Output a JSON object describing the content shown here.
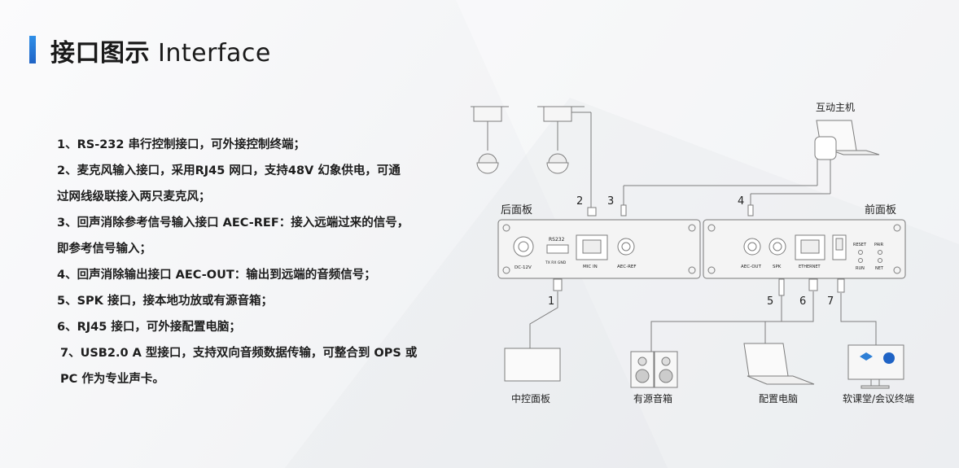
{
  "header": {
    "title_cn": "接口图示",
    "title_en": "Interface"
  },
  "features": [
    "1、RS-232 串行控制接口，可外接控制终端；",
    "2、麦克风输入接口，采用RJ45 网口，支持48V 幻象供电，可通",
    "过网线级联接入两只麦克风；",
    "3、回声消除参考信号输入接口 AEC-REF：接入远端过来的信号，",
    "即参考信号输入；",
    "4、回声消除输出接口 AEC-OUT：输出到远端的音频信号；",
    "5、SPK 接口，接本地功放或有源音箱；",
    "6、RJ45 接口，可外接配置电脑；",
    "7、USB2.0 A 型接口，支持双向音频数据传输，可整合到 OPS 或",
    "PC 作为专业声卡。"
  ],
  "diagram": {
    "host_label": "互动主机",
    "rear_panel_label": "后面板",
    "front_panel_label": "前面板",
    "rear_ports": {
      "dc": "DC-12V",
      "rs232": "RS232",
      "rs232_pins": "TX RX GND",
      "mic_in": "MIC IN",
      "aec_ref": "AEC-REF"
    },
    "front_ports": {
      "aec_out": "AEC-OUT",
      "spk": "SPK",
      "ethernet": "ETHERNET",
      "reset": "RESET",
      "pair": "PAIR",
      "run": "RUN",
      "net": "NET"
    },
    "numbers": [
      "1",
      "2",
      "3",
      "4",
      "5",
      "6",
      "7"
    ],
    "devices": {
      "control_panel": "中控面板",
      "speaker": "有源音箱",
      "pc": "配置电脑",
      "terminal": "软课堂/会议终端"
    }
  },
  "colors": {
    "accent": "#2f8fe8",
    "line": "#7d7d7d",
    "panel_fill": "#f4f4f4"
  }
}
